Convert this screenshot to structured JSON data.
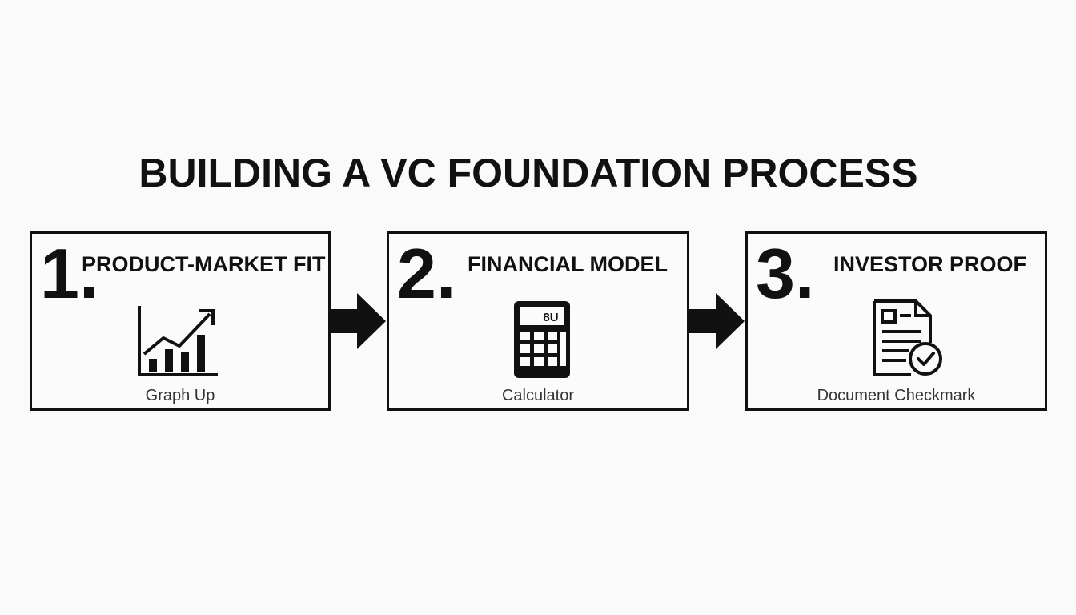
{
  "diagram": {
    "title": "BUILDING A VC FOUNDATION PROCESS",
    "steps": [
      {
        "number": "1.",
        "title": "PRODUCT-MARKET FIT",
        "icon": "graph-up-icon",
        "caption": "Graph Up"
      },
      {
        "number": "2.",
        "title": "FINANCIAL MODEL",
        "icon": "calculator-icon",
        "caption": "Calculator",
        "icon_display_text": "8U"
      },
      {
        "number": "3.",
        "title": "INVESTOR PROOF",
        "icon": "document-checkmark-icon",
        "caption": "Document Checkmark"
      }
    ],
    "colors": {
      "background": "#fafafa",
      "ink": "#111111",
      "caption": "#333333"
    }
  }
}
